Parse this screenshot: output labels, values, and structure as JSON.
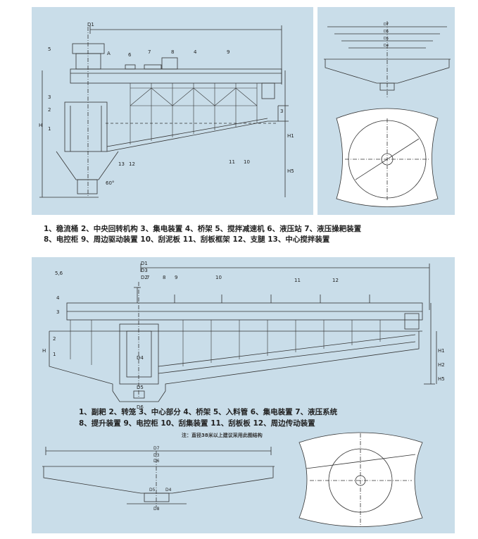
{
  "top": {
    "legend_line1": "1、稳流桶   2、中央回转机构   3、集电装置   4、桥架          5、搅拌减速机  6、液压站    7、液压操耙装置",
    "legend_line2": "8、电控柜   9、周边驱动装置   10、刮泥板     11、刮板框架    12、支腿           13、中心搅拌装置",
    "section_labels": [
      "D1",
      "5",
      "6",
      "7",
      "8",
      "4",
      "9",
      "3",
      "2",
      "1",
      "13",
      "12",
      "11",
      "10",
      "H",
      "H1",
      "H5",
      "60°",
      "A",
      "3"
    ],
    "plan_labels": [
      "D7",
      "D6",
      "D5",
      "D4"
    ]
  },
  "bottom": {
    "legend_line1": "1、副耙   2、转笼   3、中心部分   4、桥架          5、入料管   6、集电装置   7、液压系统",
    "legend_line2": "8、提升装置   9、电控柜   10、刮集装置   11、刮板板   12、周边传动装置",
    "note": "注：直径38米以上建议采用此图结构",
    "section_labels": [
      "D1",
      "D3",
      "D2",
      "5,6",
      "7",
      "8",
      "9",
      "10",
      "11",
      "12",
      "4",
      "3",
      "2",
      "1",
      "D4",
      "D5",
      "D6",
      "H",
      "H1",
      "H2",
      "H5"
    ],
    "plan_labels": [
      "D7",
      "D3",
      "D6",
      "D5",
      "D4",
      "D8"
    ]
  }
}
